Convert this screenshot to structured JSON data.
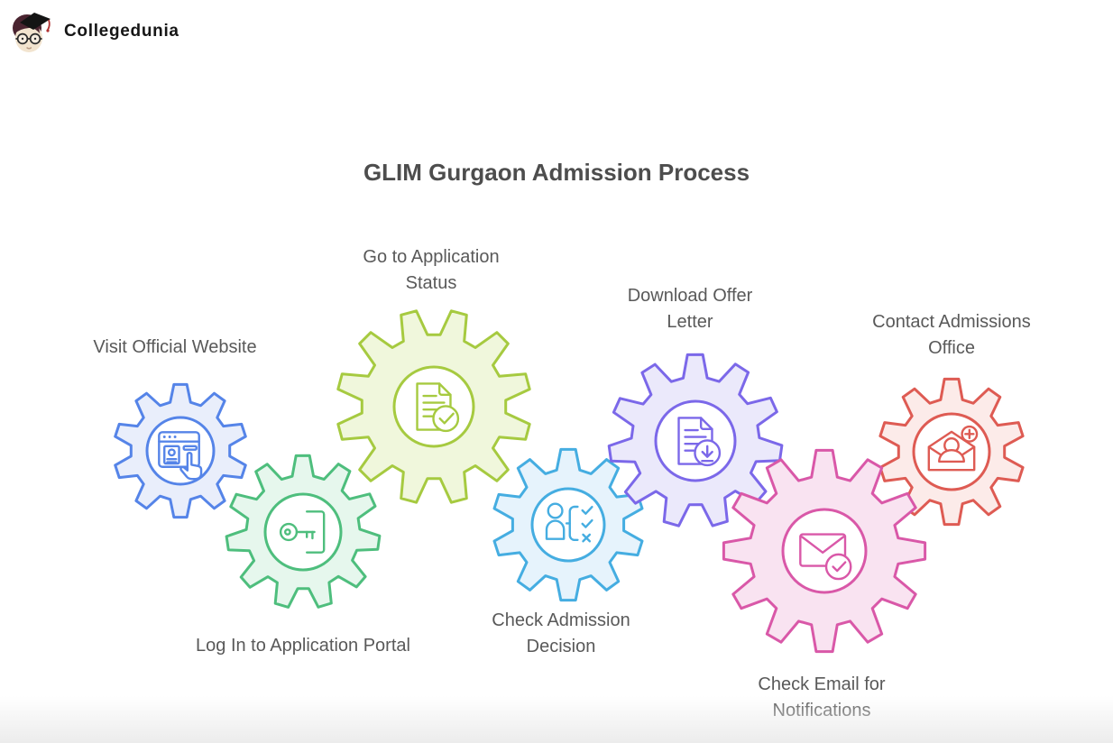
{
  "brand": {
    "name": "Collegedunia",
    "logo_icon": "collegedunia-mascot-icon"
  },
  "page": {
    "background_color": "#ffffff"
  },
  "diagram": {
    "title": "GLIM Gurgaon Admission Process",
    "title_color": "#4d4d4d",
    "label_color": "#595959",
    "steps": [
      {
        "id": "visit-official-website",
        "label": "Visit Official Website",
        "icon": "browser-click-icon",
        "stroke": "#5584e8",
        "fill": "#e9eefb",
        "label_position": "above"
      },
      {
        "id": "log-in-to-application-portal",
        "label": "Log In to Application Portal",
        "icon": "key-login-icon",
        "stroke": "#4ebe7d",
        "fill": "#e6f7ed",
        "label_position": "below"
      },
      {
        "id": "go-to-application-status",
        "label": "Go to Application Status",
        "icon": "document-check-icon",
        "stroke": "#a6ca40",
        "fill": "#f0f7dc",
        "label_position": "above"
      },
      {
        "id": "check-admission-decision",
        "label": "Check Admission Decision",
        "icon": "person-decision-icon",
        "stroke": "#45ade1",
        "fill": "#e6f3fc",
        "label_position": "below"
      },
      {
        "id": "download-offer-letter",
        "label": "Download Offer Letter",
        "icon": "document-download-icon",
        "stroke": "#7b68e9",
        "fill": "#ebe9fb",
        "label_position": "above"
      },
      {
        "id": "check-email-for-notifications",
        "label": "Check Email for Notifications",
        "icon": "email-check-icon",
        "stroke": "#d958a8",
        "fill": "#f9e3f1",
        "label_position": "below"
      },
      {
        "id": "contact-admissions-office",
        "label": "Contact Admissions Office",
        "icon": "contact-add-icon",
        "stroke": "#de5b53",
        "fill": "#fcebe9",
        "label_position": "above"
      }
    ]
  }
}
